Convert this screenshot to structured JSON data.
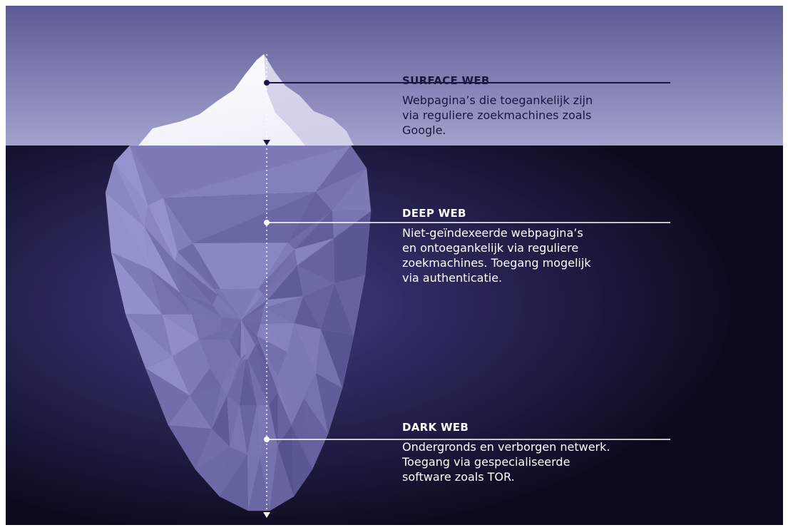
{
  "colors": {
    "sky_top": "#5e5a95",
    "sky_bottom": "#a3a1cd",
    "water_glow": "#403c86",
    "water_dark": "#0b0a1c",
    "ice_tip": "#f1f0fa",
    "ice_body": "#8c89c6",
    "ice_shadow": "#5d5a9b",
    "surface_text": "#1a1840",
    "deep_text": "#ffffff"
  },
  "layers": [
    {
      "key": "surface",
      "title": "SURFACE WEB",
      "description": "Webpagina’s die toegankelijk zijn\nvia reguliere zoekmachines zoals\nGoogle."
    },
    {
      "key": "deep",
      "title": "DEEP WEB",
      "description": "Niet-geïndexeerde webpagina’s\nen ontoegankelijk via reguliere\nzoekmachines. Toegang mogelijk\nvia authenticatie."
    },
    {
      "key": "dark",
      "title": "DARK WEB",
      "description": "Ondergronds en verborgen netwerk.\nToegang via gespecialiseerde\nsoftware zoals TOR."
    }
  ]
}
